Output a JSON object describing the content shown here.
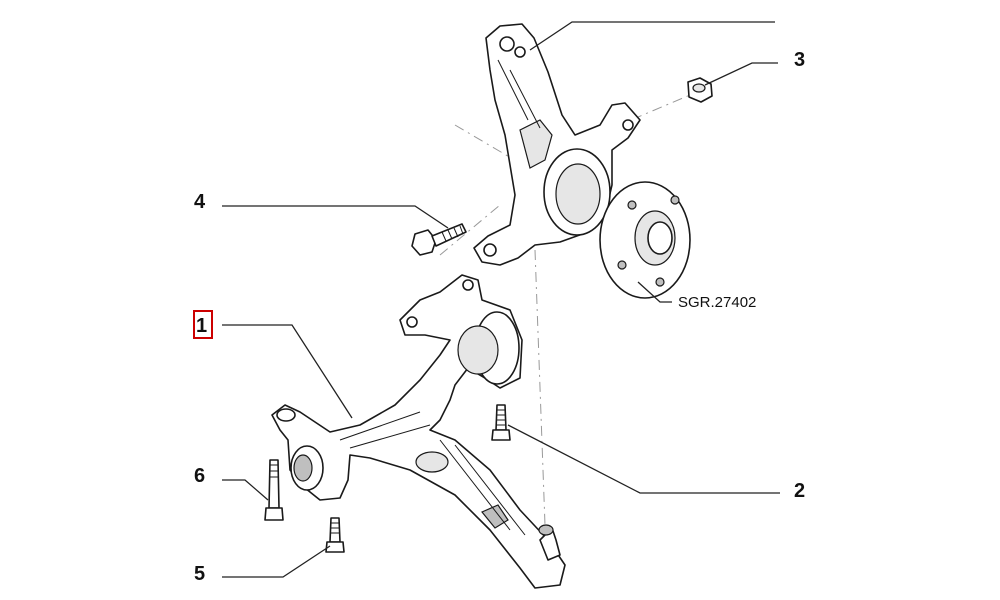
{
  "callouts": [
    {
      "number": "1",
      "highlighted": true
    },
    {
      "number": "2",
      "highlighted": false
    },
    {
      "number": "3",
      "highlighted": false
    },
    {
      "number": "4",
      "highlighted": false
    },
    {
      "number": "5",
      "highlighted": false
    },
    {
      "number": "6",
      "highlighted": false
    }
  ],
  "reference_label": "SGR.27402",
  "colors": {
    "highlight": "#cc0000",
    "line": "#1a1a1a"
  }
}
